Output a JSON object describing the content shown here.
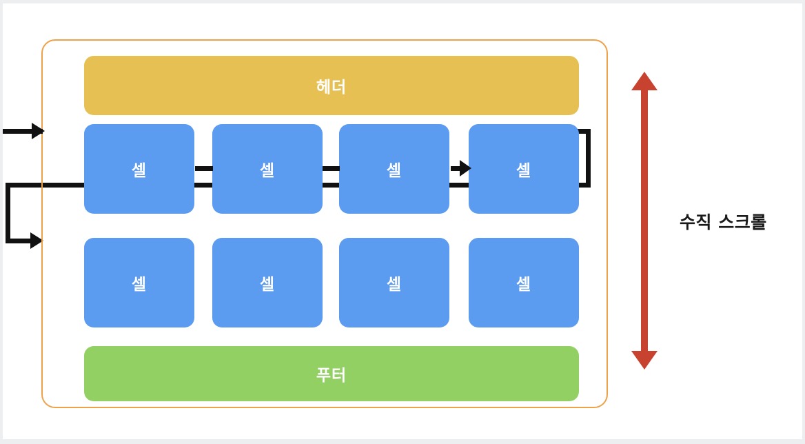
{
  "diagram": {
    "title": "",
    "colors": {
      "page_background": "#eceef0",
      "canvas_background": "#ffffff",
      "container_border": "#eda24a",
      "header": "#e6c052",
      "footer": "#92d064",
      "cell": "#5b9bf0",
      "connector": "#111111",
      "scroll_arrow": "#c8432f",
      "label_text": "#1a1a1a"
    },
    "container": {
      "name": "scroll-container"
    },
    "header": {
      "label": "헤더"
    },
    "footer": {
      "label": "푸터"
    },
    "rows": [
      {
        "name": "row-1",
        "cells": [
          {
            "label": "셀"
          },
          {
            "label": "셀"
          },
          {
            "label": "셀"
          },
          {
            "label": "셀"
          }
        ]
      },
      {
        "name": "row-2",
        "cells": [
          {
            "label": "셀"
          },
          {
            "label": "셀"
          },
          {
            "label": "셀"
          },
          {
            "label": "셀"
          }
        ]
      }
    ],
    "annotations": {
      "vertical_scroll_label": "수직 스크롤"
    }
  }
}
